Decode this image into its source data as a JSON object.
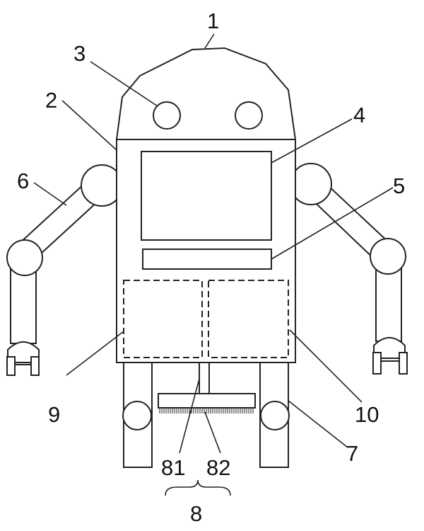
{
  "diagram": {
    "description_none": "",
    "labels": {
      "l1": "1",
      "l2": "2",
      "l3": "3",
      "l4": "4",
      "l5": "5",
      "l6": "6",
      "l7": "7",
      "l8": "8",
      "l9": "9",
      "l10": "10",
      "l81": "81",
      "l82": "82"
    },
    "colors": {
      "stroke": "#222222",
      "background": "#ffffff"
    }
  }
}
